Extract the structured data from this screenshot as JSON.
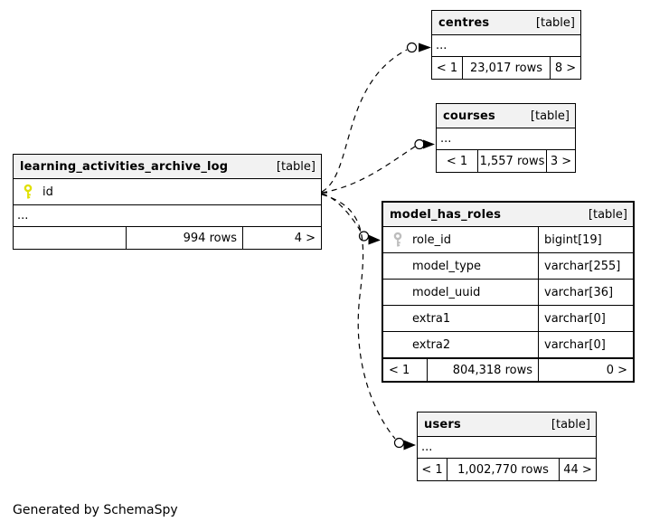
{
  "footer_note": "Generated by SchemaSpy",
  "colors": {
    "primary_key_icon": "#e0e000",
    "foreign_key_icon": "#bdbdbd",
    "header_bg": "#f2f2f2",
    "border": "#000000"
  },
  "tables": {
    "learning_activities_archive_log": {
      "name": "learning_activities_archive_log",
      "type_label": "[table]",
      "columns": [
        {
          "name": "id",
          "key": "primary"
        }
      ],
      "ellipsis": "...",
      "footer": {
        "children": "",
        "rows": "994 rows",
        "parents": "4 >"
      }
    },
    "centres": {
      "name": "centres",
      "type_label": "[table]",
      "ellipsis": "...",
      "footer": {
        "children": "< 1",
        "rows": "23,017 rows",
        "parents": "8 >"
      }
    },
    "courses": {
      "name": "courses",
      "type_label": "[table]",
      "ellipsis": "...",
      "footer": {
        "children": "< 1",
        "rows": "1,557 rows",
        "parents": "3 >"
      }
    },
    "model_has_roles": {
      "name": "model_has_roles",
      "type_label": "[table]",
      "columns": [
        {
          "name": "role_id",
          "type": "bigint[19]",
          "key": "foreign"
        },
        {
          "name": "model_type",
          "type": "varchar[255]"
        },
        {
          "name": "model_uuid",
          "type": "varchar[36]"
        },
        {
          "name": "extra1",
          "type": "varchar[0]"
        },
        {
          "name": "extra2",
          "type": "varchar[0]"
        }
      ],
      "footer": {
        "children": "< 1",
        "rows": "804,318 rows",
        "parents": "0 >"
      }
    },
    "users": {
      "name": "users",
      "type_label": "[table]",
      "ellipsis": "...",
      "footer": {
        "children": "< 1",
        "rows": "1,002,770 rows",
        "parents": "44 >"
      }
    }
  },
  "relationships": [
    {
      "from": "learning_activities_archive_log.id",
      "to": "centres"
    },
    {
      "from": "learning_activities_archive_log.id",
      "to": "courses"
    },
    {
      "from": "learning_activities_archive_log.id",
      "to": "model_has_roles.role_id"
    },
    {
      "from": "learning_activities_archive_log.id",
      "to": "users"
    }
  ]
}
